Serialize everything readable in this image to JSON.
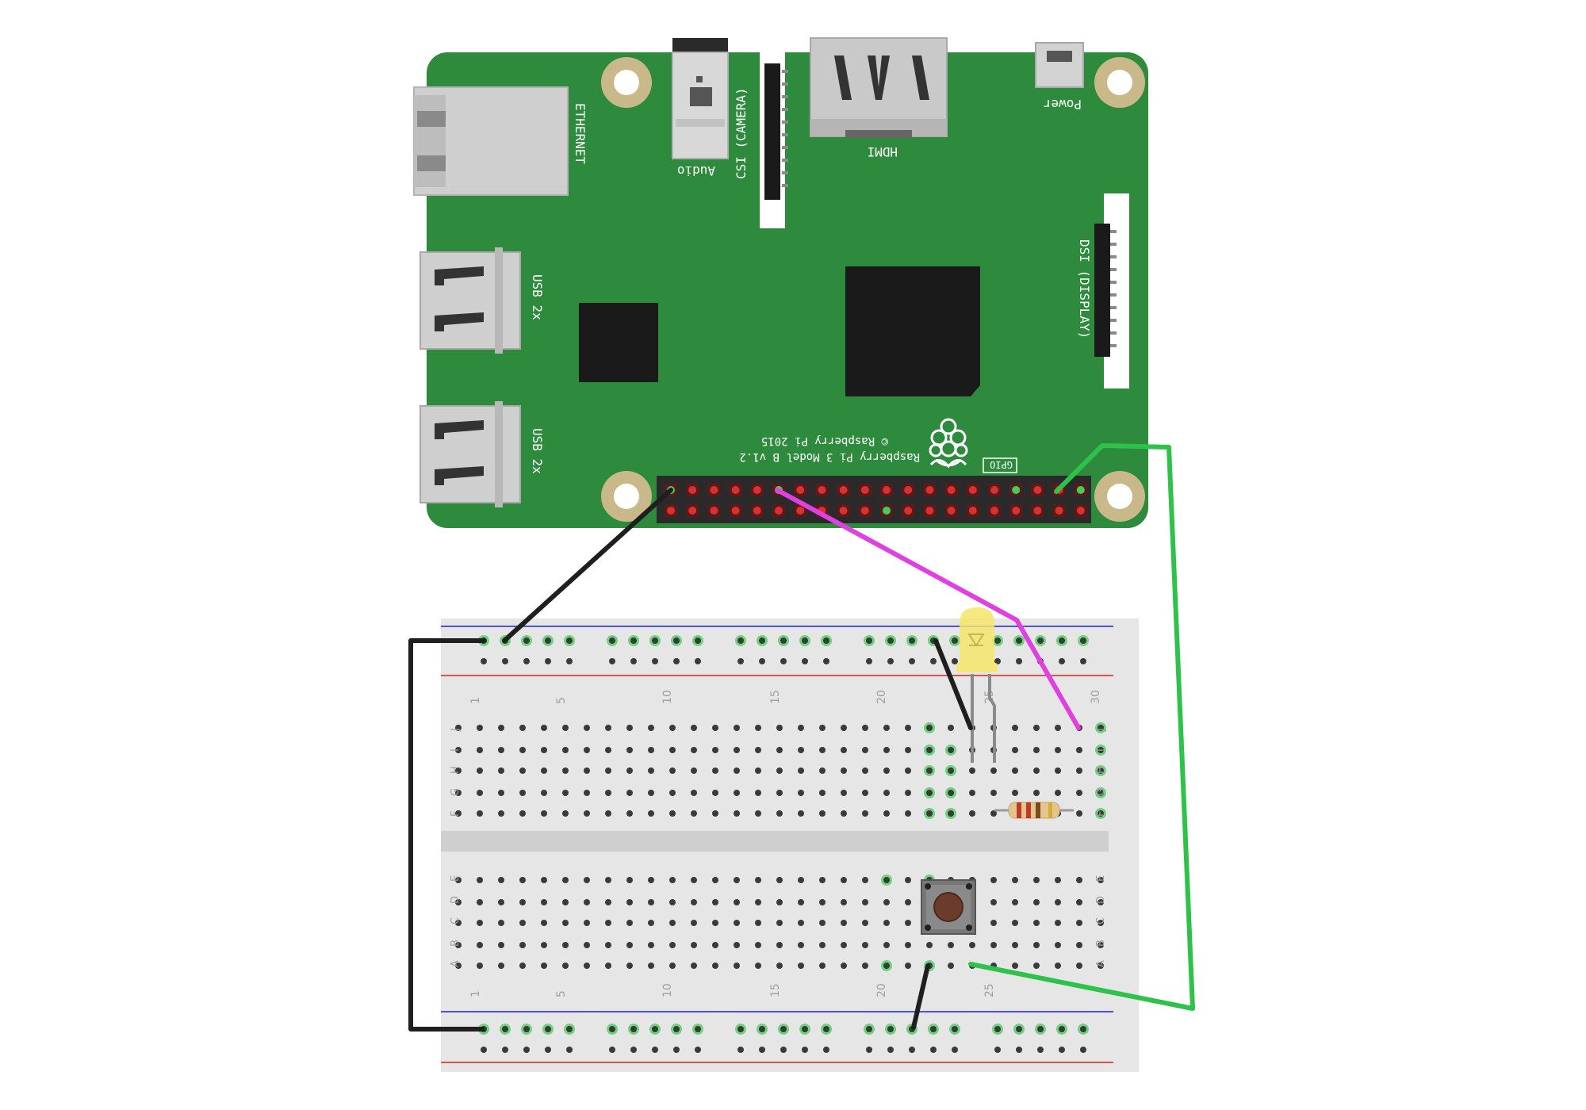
{
  "colors": {
    "pcb": "#2e8b3e",
    "breadboard": "#e6e6e6",
    "wire_black": "#1f1f1f",
    "wire_magenta": "#e040e0",
    "wire_green": "#2ec24a",
    "rail_red": "#d42020",
    "rail_blue": "#2020d4"
  },
  "board": {
    "ethernet_label": "ETHERNET",
    "usb_label_top": "USB 2x",
    "usb_label_bottom": "USB 2x",
    "audio_label": "Audio",
    "csi_label": "CSI (CAMERA)",
    "hdmi_label": "HDMI",
    "power_label": "Power",
    "dsi_label": "DSI (DISPLAY)",
    "gpio_label": "GPIO",
    "model_label": "Raspberry Pi 3 Model B v1.2",
    "copyright_label": "© Raspberry Pi 2015"
  },
  "breadboard": {
    "column_numbers_top": [
      "1",
      "5",
      "10",
      "15",
      "20",
      "25",
      "30"
    ],
    "column_numbers_bottom": [
      "1",
      "5",
      "10",
      "15",
      "20",
      "25"
    ],
    "row_letters_top": [
      "J",
      "I",
      "H",
      "G",
      "F"
    ],
    "row_letters_bottom": [
      "E",
      "D",
      "C",
      "B",
      "A"
    ]
  },
  "components": {
    "led": "yellow-led",
    "resistor": "resistor",
    "button": "push-button"
  },
  "icons": [
    "raspberry-logo-icon"
  ]
}
